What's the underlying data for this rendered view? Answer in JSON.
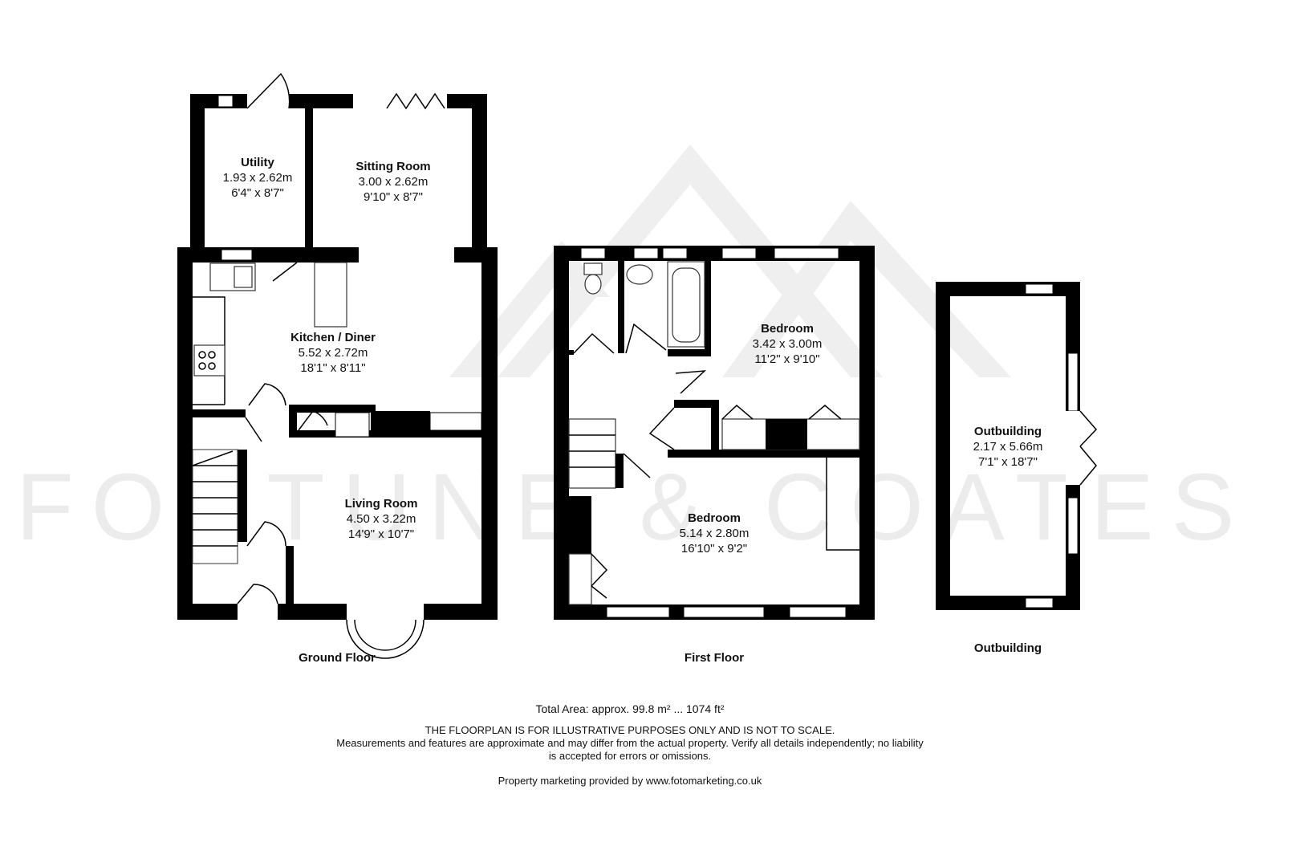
{
  "watermark": {
    "text": "FORTUNE & COATES",
    "color": "#ebebeb"
  },
  "floors": [
    {
      "label": "Ground Floor",
      "rooms": [
        {
          "name": "Utility",
          "metric": "1.93 x 2.62m",
          "imperial": "6'4\" x 8'7\""
        },
        {
          "name": "Sitting Room",
          "metric": "3.00 x 2.62m",
          "imperial": "9'10\" x 8'7\""
        },
        {
          "name": "Kitchen / Diner",
          "metric": "5.52 x 2.72m",
          "imperial": "18'1\" x 8'11\""
        },
        {
          "name": "Living Room",
          "metric": "4.50 x 3.22m",
          "imperial": "14'9\" x 10'7\""
        }
      ]
    },
    {
      "label": "First Floor",
      "rooms": [
        {
          "name": "Bedroom",
          "metric": "3.42 x 3.00m",
          "imperial": "11'2\" x 9'10\""
        },
        {
          "name": "Bedroom",
          "metric": "5.14 x 2.80m",
          "imperial": "16'10\" x 9'2\""
        }
      ]
    },
    {
      "label": "Outbuilding",
      "rooms": [
        {
          "name": "Outbuilding",
          "metric": "2.17 x 5.66m",
          "imperial": "7'1\" x 18'7\""
        }
      ]
    }
  ],
  "footer": {
    "total_area": "Total Area: approx. 99.8 m² ... 1074 ft²",
    "disclaimer_1": "THE FLOORPLAN IS FOR ILLUSTRATIVE PURPOSES ONLY AND IS NOT TO SCALE.",
    "disclaimer_2": "Measurements and features are approximate and may differ from the actual property. Verify all details independently; no liability",
    "disclaimer_3": "is accepted for errors or omissions.",
    "credit": "Property marketing provided by www.fotomarketing.co.uk"
  }
}
